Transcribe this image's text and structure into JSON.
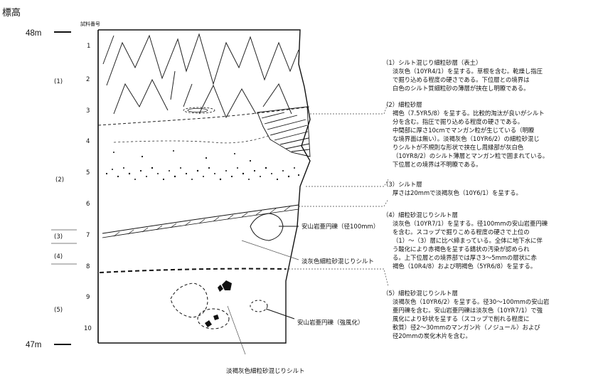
{
  "elevation_title": "標高",
  "elevation_top": "48m",
  "elevation_bottom": "47m",
  "sample_header": "試料番号",
  "sample_numbers": [
    "1",
    "2",
    "3",
    "4",
    "5",
    "6",
    "7",
    "8",
    "9",
    "10"
  ],
  "layer_markers": [
    "(1)",
    "(2)",
    "(3)",
    "(4)",
    "(5)"
  ],
  "annotations": {
    "andesite_gravel": "安山岩亜円礫（径100mm）",
    "pale_fine_sand_silt": "淡灰色細粒砂混じりシルト",
    "andesite_weathered": "安山岩亜円礫（強風化）",
    "bottom_caption": "淡褐灰色細粒砂混じりシルト"
  },
  "descriptions": [
    {
      "title": "（1）シルト混じり細粒砂層（表土）",
      "lines": [
        "淡灰色（10YR4/1）を呈する。草根を含む。乾燥し指圧",
        "で掘り込める程度の硬さである。下位層との境界は",
        "白色のシルト質細粒砂の薄層が挟在し明瞭である。"
      ]
    },
    {
      "title": "（2）細粒砂層",
      "lines": [
        "褐色（7.5YR5/8）を呈する。比較的淘汰が良いがシルト",
        "分を含む。指圧で掘り込める程度の硬さである。",
        "中間部に厚さ10cmでマンガン粒が生じている（明瞭",
        "な境界面は無い）。淡褐灰色（10YR6/2）の細粒砂混じ",
        "りシルトが不規則な形状で挟在し周縁部が灰白色",
        "（10YR8/2）のシルト薄層とマンガン粒で囲まれている。",
        "下位層との境界は不明瞭である。"
      ]
    },
    {
      "title": "（3）シルト層",
      "lines": [
        "厚さは20mmで淡褐灰色（10Y6/1）を呈する。"
      ]
    },
    {
      "title": "（4）細粒砂混じりシルト層",
      "lines": [
        "淡灰色（10YR7/1）を呈する。径100mmの安山岩亜円礫",
        "を含む。スコップで掘りこめる程度の硬さで上位の",
        "（1）～（3）層に比べ締まっている。全体に地下水に伴",
        "う酸化により赤褐色を呈する錆状の汚染が認められ",
        "る。上下位層との境界部では厚さ3～5mmの層状に赤",
        "褐色（10R4/8）および明褐色（5YR6/8）を呈する。"
      ]
    },
    {
      "title": "（5）細粒砂混じりシルト層",
      "lines": [
        "淡褐灰色（10YR6/2）を呈する。径30～100mmの安山岩",
        "亜円礫を含む。安山岩亜円礫は淡灰色（10YR7/1）で強",
        "風化により砂状を呈する（スコップで削れる程度に",
        "軟質）径2～30mmのマンガン片（ノジュール）および",
        "径20mmの炭化木片を含む。"
      ]
    }
  ]
}
